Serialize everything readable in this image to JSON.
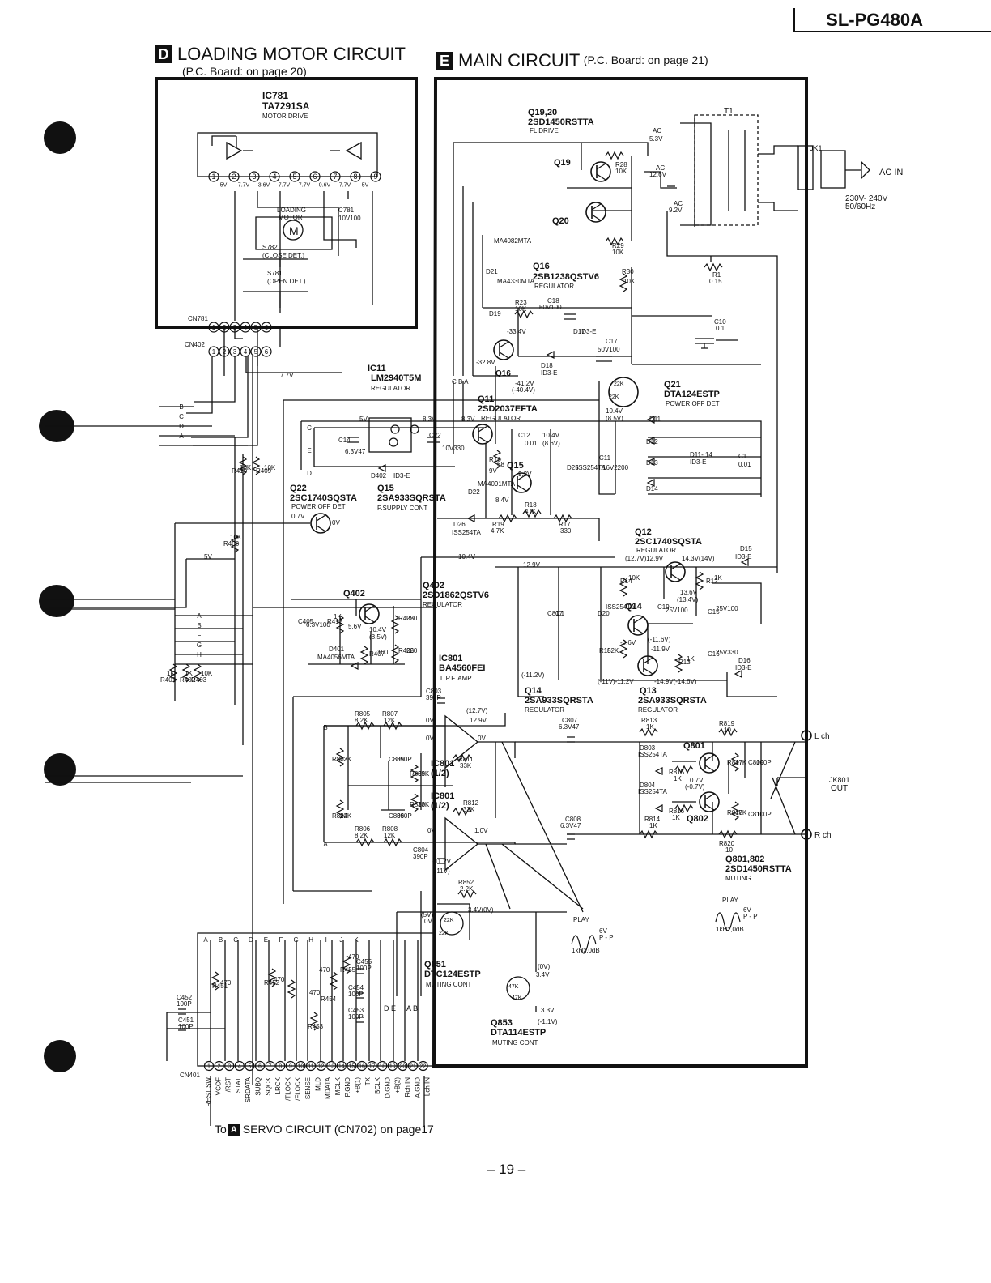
{
  "header": {
    "model": "SL-PG480A",
    "page_number": "– 19 –"
  },
  "sections": {
    "d": {
      "letter": "D",
      "title": "LOADING MOTOR CIRCUIT",
      "subtitle": "(P.C. Board: on page 20)"
    },
    "e": {
      "letter": "E",
      "title": "MAIN CIRCUIT",
      "subtitle": "(P.C. Board: on page 21)"
    }
  },
  "footer": {
    "to": "To",
    "letter": "A",
    "servo": "SERVO CIRCUIT (CN702) on page17"
  },
  "labels": {
    "ic781": "IC781",
    "ic781_part": "TA7291SA",
    "ic781_desc": "MOTOR DRIVE",
    "loading_motor": "LOADING",
    "loading_motor2": "MOTOR",
    "motor_m": "M",
    "c781": "C781",
    "c781_val": "10V100",
    "s782": "S782",
    "s782_desc": "(CLOSE DET.)",
    "s781": "S781",
    "s781_desc": "(OPEN DET.)",
    "cn781": "CN781",
    "cn402": "CN402",
    "cn401": "CN401",
    "q1920": "Q19,20",
    "q1920_part": "2SD1450RSTTA",
    "q1920_desc": "FL DRIVE",
    "q19": "Q19",
    "q20": "Q20",
    "r28": "R28",
    "r28v": "10K",
    "r29": "R29",
    "r29v": "10K",
    "ac53": "AC",
    "ac53v": "5.3V",
    "ac126": "AC",
    "ac126v": "12.6V",
    "ac92": "AC",
    "ac92v": "9.2V",
    "t1": "T1",
    "jk1": "JK1",
    "acin": "AC IN",
    "acin_v": "230V- 240V",
    "acin_hz": "50/60Hz",
    "q16": "Q16",
    "q16_part": "2SB1238QSTV6",
    "q16_desc": "REGULATOR",
    "r30": "R30",
    "r30v": "10K",
    "r1": "R1",
    "r1v": "0.15",
    "c10": "C10",
    "c10v": "0.1",
    "d21": "D21",
    "d21_part": "MA4082MTA",
    "d19": "D19",
    "d19_part": "MA4330MTA",
    "r23": "R23",
    "r23v": "10K",
    "c18": "C18",
    "c18v": "50V100",
    "v334": "-33.4V",
    "d17": "D17",
    "d17v": "ID3-E",
    "c17": "C17",
    "c17v": "50V100",
    "v328": "-32.8V",
    "d18": "D18",
    "d18v": "ID3-E",
    "q16b": "Q16",
    "v412": "-41.2V",
    "v404": "(-40.4V)",
    "ic11": "IC11",
    "ic11_part": "LM2940T5M",
    "ic11_desc": "REGULATOR",
    "cba": "C B A",
    "q11": "Q11",
    "q11_part": "2SD2037EFTA",
    "q11_desc": "REGULATOR",
    "q21": "Q21",
    "q21_part": "DTA124ESTP",
    "q21_desc": "POWER OFF DET",
    "r22k": "22K",
    "r22k2": "22K",
    "v104": "10.4V",
    "v85": "(8.5V)",
    "v77": "7.7V",
    "v5": "5V",
    "v83": "8.3V",
    "v83b": "8.3V",
    "c14": "C14",
    "c14v": "6.3V47",
    "c22": "C22",
    "c22v": "10V330",
    "c12": "C12",
    "c12v": "0.01",
    "v104b": "10.4V",
    "v86": "(8.6V)",
    "d402": "D402",
    "d402v": "ID3-E",
    "d11": "D11",
    "d12": "D12",
    "d13": "D13",
    "d14": "D14",
    "d1114": "D11- 14",
    "d1114v": "ID3-E",
    "c1": "C1",
    "c1v": "0.01",
    "c11": "C11",
    "c11v": "16V2200",
    "d25": "D25",
    "d25v": "ISS254TA",
    "q15": "Q15",
    "v92": "9.2V",
    "v9": "9V",
    "v84": "8.4V",
    "r16": "R16",
    "r16v": "68",
    "d22": "D22",
    "d22v": "MA4091MTA",
    "r18": "R18",
    "r18v": "47K",
    "q15b": "Q15",
    "q15_part": "2SA933SQRSTA",
    "q15_desc": "P.SUPPLY CONT",
    "q22": "Q22",
    "q22_part": "2SC1740SQSTA",
    "q22_desc": "POWER OFF DET",
    "d26": "D26",
    "d26v": "ISS254TA",
    "r19": "R19",
    "r19v": "4.7K",
    "r17": "R17",
    "r17v": "330",
    "r410": "R410",
    "r410v": "10K",
    "r409": "R409",
    "r409v": "10K",
    "r408": "R408",
    "r408v": "10K",
    "v07": "0.7V",
    "v0": "0V",
    "v5b": "5V",
    "v104c": "10.4V",
    "q12": "Q12",
    "q12_part": "2SC1740SQSTA",
    "q12_desc": "REGULATOR",
    "v127": "(12.7V)12.9V",
    "v143": "14.3V(14V)",
    "d15": "D15",
    "d15v": "ID3-E",
    "v129": "12.9V",
    "q402": "Q402",
    "q402b": "Q402",
    "q402_part": "2SD1862QSTV6",
    "q402_desc": "REGULATOR",
    "c405": "C405",
    "c405v": "6.3V100",
    "r413": "R413",
    "r413v": "1K",
    "v56": "5.6V",
    "v104d": "10.4V",
    "v85b": "(8.5V)",
    "r405": "R405",
    "r405v": "220",
    "r406": "R406",
    "r406v": "220",
    "r407": "R407",
    "r407v": "100",
    "d401": "D401",
    "d401v": "MA4056MTA",
    "c817": "C817",
    "c817v": "0.1",
    "r14": "R14",
    "r14v": "10K",
    "d20": "D20",
    "d20v": "ISS254TA",
    "q14": "Q14",
    "c19": "C19",
    "c19v": "25V100",
    "r12": "R12",
    "r12v": "1K",
    "v136": "13.6V",
    "v134": "(13.4V)",
    "c15": "C15",
    "c15v": "25V100",
    "r15": "R15",
    "r15v": "82K",
    "v06": "-0.6V",
    "v116": "(-11.6V)",
    "v119": "-11.9V",
    "r13": "R13",
    "r13v": "1K",
    "c16": "C16",
    "c16v": "25V330",
    "d16": "D16",
    "d16v": "ID3-E",
    "v112": "(-11.2V)",
    "v11112": "(-11V)-11.2V",
    "v149": "-14.9V(-14.6V)",
    "ic801": "IC801",
    "ic801_part": "BA4560FEI",
    "ic801_desc": "L.P.F. AMP",
    "q14b": "Q14",
    "q14_part": "2SA933SQRSTA",
    "q14_desc": "REGULATOR",
    "q13": "Q13",
    "q13_part": "2SA933SQRSTA",
    "q13_desc": "REGULATOR",
    "r401": "R401",
    "r401v": "1K",
    "r402": "R402",
    "r402v": "1K",
    "r403": "R403",
    "r403v": "10K",
    "c803": "C803",
    "c803v": "390P",
    "v127b": "(12.7V)",
    "v129b": "12.9V",
    "r805": "R805",
    "r805v": "8.2K",
    "r807": "R807",
    "r807v": "12K",
    "r803": "R803",
    "r803v": "22K",
    "c805": "C805",
    "c805v": "390P",
    "r809": "R809",
    "r809v": "33K",
    "ic8011": "IC801",
    "ic8011b": "(1/2)",
    "r811": "R811",
    "r811v": "33K",
    "ic8012": "IC801",
    "ic8012b": "(1/2)",
    "r812": "R812",
    "r812v": "33K",
    "r804": "R804",
    "r804v": "22K",
    "c806": "C806",
    "c806v": "390P",
    "r810": "R810",
    "r810v": "33K",
    "r806": "R806",
    "r806v": "8.2K",
    "r808": "R808",
    "r808v": "12K",
    "c804": "C804",
    "c804v": "390P",
    "v112b": "-11.2V",
    "v11b": "(-11V)",
    "v0a": "0V",
    "v0b": "0V",
    "v0c": "0V",
    "v0d": "0V",
    "v10": "1.0V",
    "c807": "C807",
    "c807v": "6.3V47",
    "c808": "C808",
    "c808v": "6.3V47",
    "r813": "R813",
    "r813v": "1K",
    "r814": "R814",
    "r814v": "1K",
    "d803": "D803",
    "d803v": "ISS254TA",
    "d804": "D804",
    "d804v": "ISS254TA",
    "q801": "Q801",
    "q802": "Q802",
    "r815": "R815",
    "r815v": "1K",
    "r816": "R816",
    "r816v": "1K",
    "v07b": "0.7V",
    "v07c": "(-0.7V)",
    "r817": "R817",
    "r817v": "47K",
    "r818": "R818",
    "r818v": "47K",
    "c809": "C809",
    "c809v": "100P",
    "c810": "C810",
    "c810v": "100P",
    "r819": "R819",
    "r819v": "10",
    "r820": "R820",
    "r820v": "10",
    "lch": "L ch",
    "rch": "R ch",
    "jk801": "JK801",
    "jk801b": "OUT",
    "q801802": "Q801,802",
    "q801802_part": "2SD1450RSTTA",
    "q801802_desc": "MUTING",
    "play": "PLAY",
    "play2": "PLAY",
    "p6v": "6V",
    "pp": "P - P",
    "p6v2": "6V",
    "pp2": "P - P",
    "f1k": "1kHz,0dB",
    "f1k2": "1kHz,0dB",
    "r852": "R852",
    "r852v": "2.2K",
    "v34": "3.4V(0V)",
    "v5c": "(5V)",
    "v0e": "0V",
    "q851": "Q851",
    "q851_part": "DTC124ESTP",
    "q851_desc": "MUTING CONT",
    "r22kq": "22K",
    "r22kq2": "22K",
    "v0f": "(0V)",
    "v34b": "3.4V",
    "q853": "Q853",
    "q853_part": "DTA114ESTP",
    "q853_desc": "MUTING CONT",
    "r47k": "47K",
    "r47k2": "47K",
    "v33": "3.3V",
    "v11c": "(-1.1V)",
    "r451": "R451",
    "r451v": "470",
    "r452": "R452",
    "r452v": "470",
    "r453": "R453",
    "r453v": "470",
    "r454": "R454",
    "r454v": "470",
    "r455": "R455",
    "r455v": "470",
    "c452": "C452",
    "c452v": "100P",
    "c451": "C451",
    "c451v": "100P",
    "c455": "C455",
    "c455v": "100P",
    "c454": "C454",
    "c454v": "100P",
    "c453": "C453",
    "c453v": "100P",
    "dea": "D E",
    "ab": "A  B"
  },
  "ic781_pins": [
    "1",
    "2",
    "3",
    "4",
    "5",
    "6",
    "7",
    "8",
    "9"
  ],
  "ic781_volts": [
    "5V",
    "7.7V",
    "3.6V",
    "7.7V",
    "7.7V",
    "0.6V",
    "7.7V",
    "5V"
  ],
  "cn_pins": [
    "1",
    "2",
    "3",
    "4",
    "5",
    "6"
  ],
  "cn401_pins": [
    "1",
    "2",
    "3",
    "4",
    "5",
    "6",
    "7",
    "8",
    "9",
    "10",
    "11",
    "12",
    "13",
    "14",
    "15",
    "16",
    "17",
    "18",
    "19",
    "20",
    "21",
    "22"
  ],
  "cn401_signals": [
    "REST SW",
    "VCOF",
    "/RST",
    "STAT",
    "SRDATA",
    "SUBQ",
    "SQCK",
    "LRCK",
    "/TLOCK",
    "/FLOCK",
    "SENSE",
    "MLD",
    "MDATA",
    "MCLK",
    "P.GND",
    "+B(1)",
    "TX",
    "BCLK",
    "D.GND",
    "+B(2)",
    "Rch IN",
    "A.GND",
    "Lch IN"
  ],
  "bus_letters_top": [
    "A",
    "B",
    "C",
    "D",
    "E",
    "F",
    "G",
    "H",
    "I",
    "J",
    "K"
  ],
  "conn_letters_left1": [
    "B",
    "C",
    "D",
    "A"
  ],
  "conn_letters_left2": [
    "A",
    "B",
    "F",
    "G",
    "H"
  ],
  "conn_letters_ce": [
    "C",
    "E",
    "D"
  ],
  "conn_letters_amp": [
    "B",
    "A"
  ]
}
